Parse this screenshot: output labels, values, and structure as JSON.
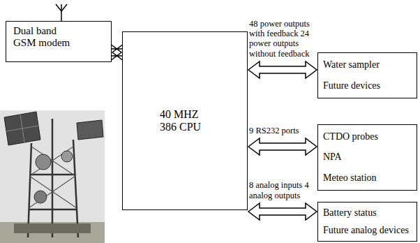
{
  "diagram": {
    "nodes": [
      {
        "text": [
          "Dual band GSM modem"
        ]
      },
      {
        "text": [
          "40 MHZ 386 CPU"
        ]
      },
      {
        "text": [
          "Water sampler",
          "Future devices"
        ]
      },
      {
        "text": [
          "CTDO probes",
          "NPA",
          "Meteo station"
        ]
      },
      {
        "text": [
          "Battery status",
          "Future analog devices"
        ]
      }
    ],
    "edges": [
      {
        "from": 0,
        "to": 1,
        "arrow": "both"
      },
      {
        "from": 1,
        "to": 2,
        "label": "48 power outputs with feedback 24 power outputs without feedback",
        "arrow": "both"
      },
      {
        "from": 1,
        "to": 3,
        "label": "9 RS232 ports",
        "arrow": "both"
      },
      {
        "from": 1,
        "to": 4,
        "label": "8 analog inputs 4 analog outputs",
        "arrow": "both"
      }
    ]
  }
}
